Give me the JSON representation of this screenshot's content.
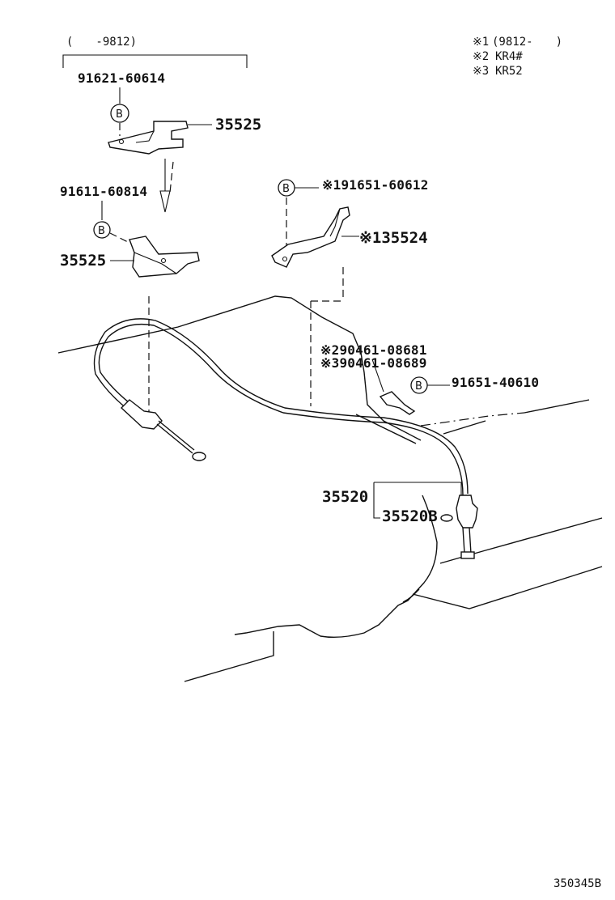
{
  "range_note": "(　　-9812)",
  "legend": [
    {
      "mark": "※1",
      "text": "(9812-　　)"
    },
    {
      "mark": "※2",
      "text": "KR4#"
    },
    {
      "mark": "※3",
      "text": "KR52"
    }
  ],
  "part_numbers": {
    "p91621": "91621-60614",
    "p35525_top": "35525",
    "p91611": "91611-60814",
    "p35525_left": "35525",
    "p91651_60612": "※191651-60612",
    "p35524": "※135524",
    "p90461_08681": "※290461-08681",
    "p90461_08689": "※390461-08689",
    "p91651_40610": "91651-40610",
    "p35520": "35520",
    "p35520B": "35520B"
  },
  "bolt_marker": "B",
  "diagram_id": "350345B"
}
